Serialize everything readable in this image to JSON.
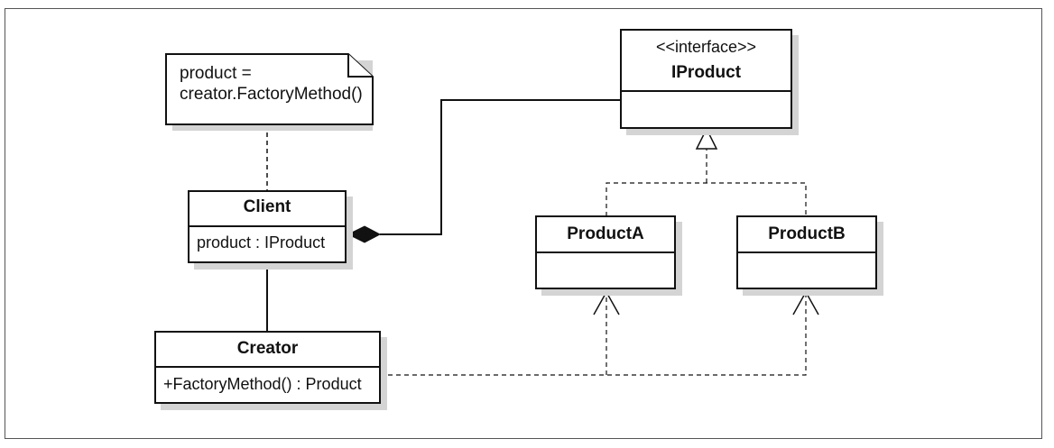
{
  "note": {
    "line1": "product =",
    "line2": "creator.FactoryMethod()"
  },
  "client": {
    "name": "Client",
    "attribute": "product : IProduct"
  },
  "creator": {
    "name": "Creator",
    "operation": "+FactoryMethod() : Product"
  },
  "iproduct": {
    "stereotype": "<<interface>>",
    "name": "IProduct"
  },
  "productA": {
    "name": "ProductA"
  },
  "productB": {
    "name": "ProductB"
  }
}
